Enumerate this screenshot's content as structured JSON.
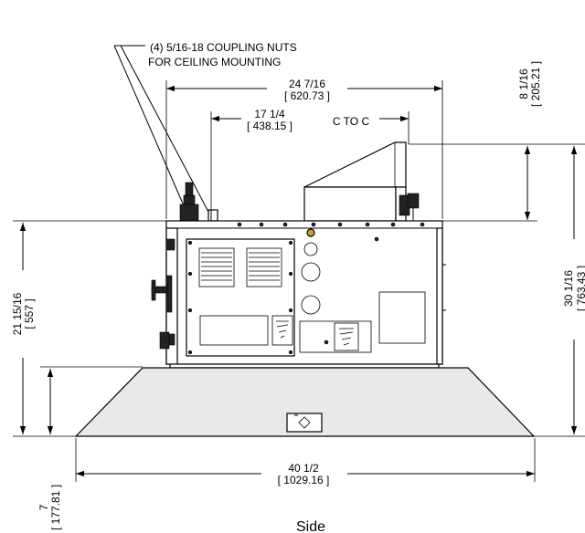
{
  "callout": {
    "line1": "(4) 5/16-18 COUPLING NUTS",
    "line2": "FOR CEILING MOUNTING"
  },
  "dimensions": {
    "overall_width_top": {
      "fraction": "24 7/16",
      "metric": "[ 620.73 ]"
    },
    "center_to_center": {
      "fraction": "17 1/4",
      "metric": "[ 438.15 ]",
      "suffix": "C TO C"
    },
    "top_offset": {
      "fraction": "8 1/16",
      "metric": "[ 205.21 ]"
    },
    "total_height": {
      "fraction": "30 1/16",
      "metric": "[ 763.43 ]"
    },
    "body_height": {
      "fraction": "21 15/16",
      "metric": "[ 557 ]"
    },
    "hood_height": {
      "fraction": "7",
      "metric": "[ 177.81 ]"
    },
    "hood_width": {
      "fraction": "40 1/2",
      "metric": "[ 1029.16 ]"
    }
  },
  "caption": "Side"
}
